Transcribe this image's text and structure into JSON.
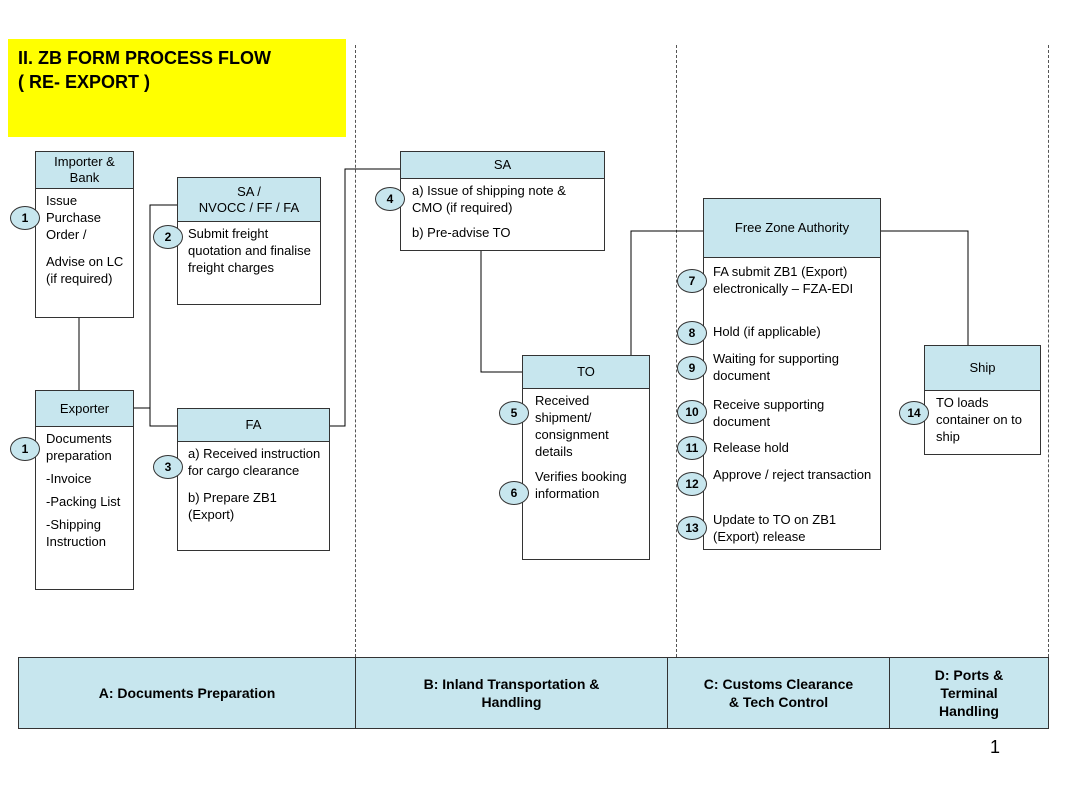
{
  "title": {
    "line1": "II. ZB FORM PROCESS FLOW",
    "line2": "( RE- EXPORT )"
  },
  "boxes": {
    "importer": {
      "header": "Importer &\nBank",
      "items": [
        "Issue Purchase Order /",
        "Advise on LC (if required)"
      ]
    },
    "exporter": {
      "header": "Exporter",
      "items": [
        "Documents preparation",
        "-Invoice",
        "-Packing List",
        "-Shipping Instruction"
      ]
    },
    "sa_nvocc": {
      "header": "SA /\nNVOCC / FF / FA",
      "items": [
        "Submit freight quotation and finalise freight charges"
      ]
    },
    "fa": {
      "header": "FA",
      "items": [
        "a) Received instruction for cargo clearance",
        "b) Prepare ZB1 (Export)"
      ]
    },
    "sa": {
      "header": "SA",
      "items": [
        "a) Issue of shipping note & CMO (if required)",
        "b) Pre-advise TO"
      ]
    },
    "to": {
      "header": "TO",
      "items": [
        "Received shipment/ consignment details",
        "Verifies booking information"
      ]
    },
    "fza": {
      "header": "Free Zone Authority",
      "items": [
        "FA submit ZB1 (Export) electronically – FZA-EDI",
        "Hold (if applicable)",
        "Waiting for supporting document",
        "Receive supporting document",
        "Release hold",
        "Approve / reject transaction",
        "Update to TO on ZB1 (Export) release"
      ]
    },
    "ship": {
      "header": "Ship",
      "items": [
        "TO loads container on to ship"
      ]
    }
  },
  "step_numbers": [
    "1",
    "1",
    "2",
    "3",
    "4",
    "5",
    "6",
    "7",
    "8",
    "9",
    "10",
    "11",
    "12",
    "13",
    "14"
  ],
  "stages": [
    "A: Documents Preparation",
    "B: Inland Transportation & Handling",
    "C: Customs Clearance\n& Tech Control",
    "D: Ports &\nTerminal\nHandling"
  ],
  "page_number": "1"
}
